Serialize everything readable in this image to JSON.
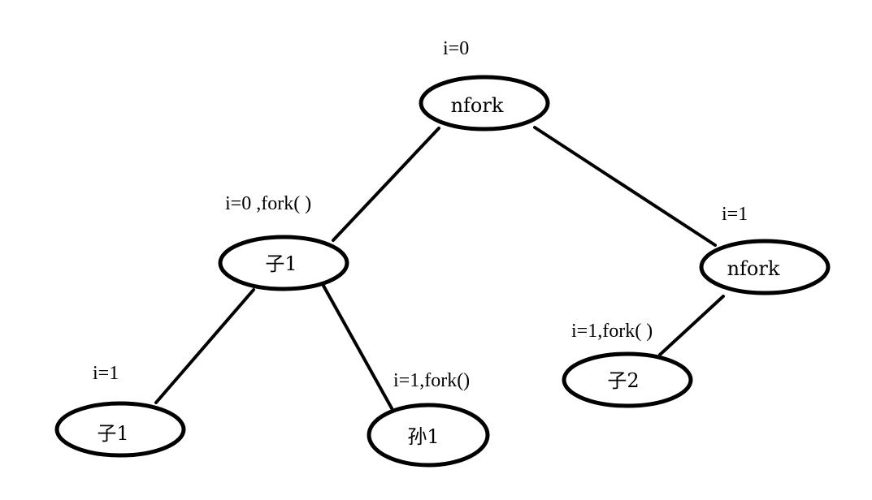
{
  "diagram": {
    "nodes": [
      {
        "id": "root",
        "label": "nfork",
        "annotation": "i=0"
      },
      {
        "id": "child1",
        "label": "子1",
        "annotation": "i=0 ,fork( )"
      },
      {
        "id": "right",
        "label": "nfork",
        "annotation": "i=1"
      },
      {
        "id": "child1-left",
        "label": "子1",
        "annotation": "i=1"
      },
      {
        "id": "grandchild1",
        "label": "孙1",
        "annotation": "i=1,fork()"
      },
      {
        "id": "child2",
        "label": "子2",
        "annotation": "i=1,fork( )"
      }
    ],
    "edges": [
      {
        "from": "root",
        "to": "child1"
      },
      {
        "from": "root",
        "to": "right"
      },
      {
        "from": "child1",
        "to": "child1-left"
      },
      {
        "from": "child1",
        "to": "grandchild1"
      },
      {
        "from": "right",
        "to": "child2"
      }
    ]
  }
}
